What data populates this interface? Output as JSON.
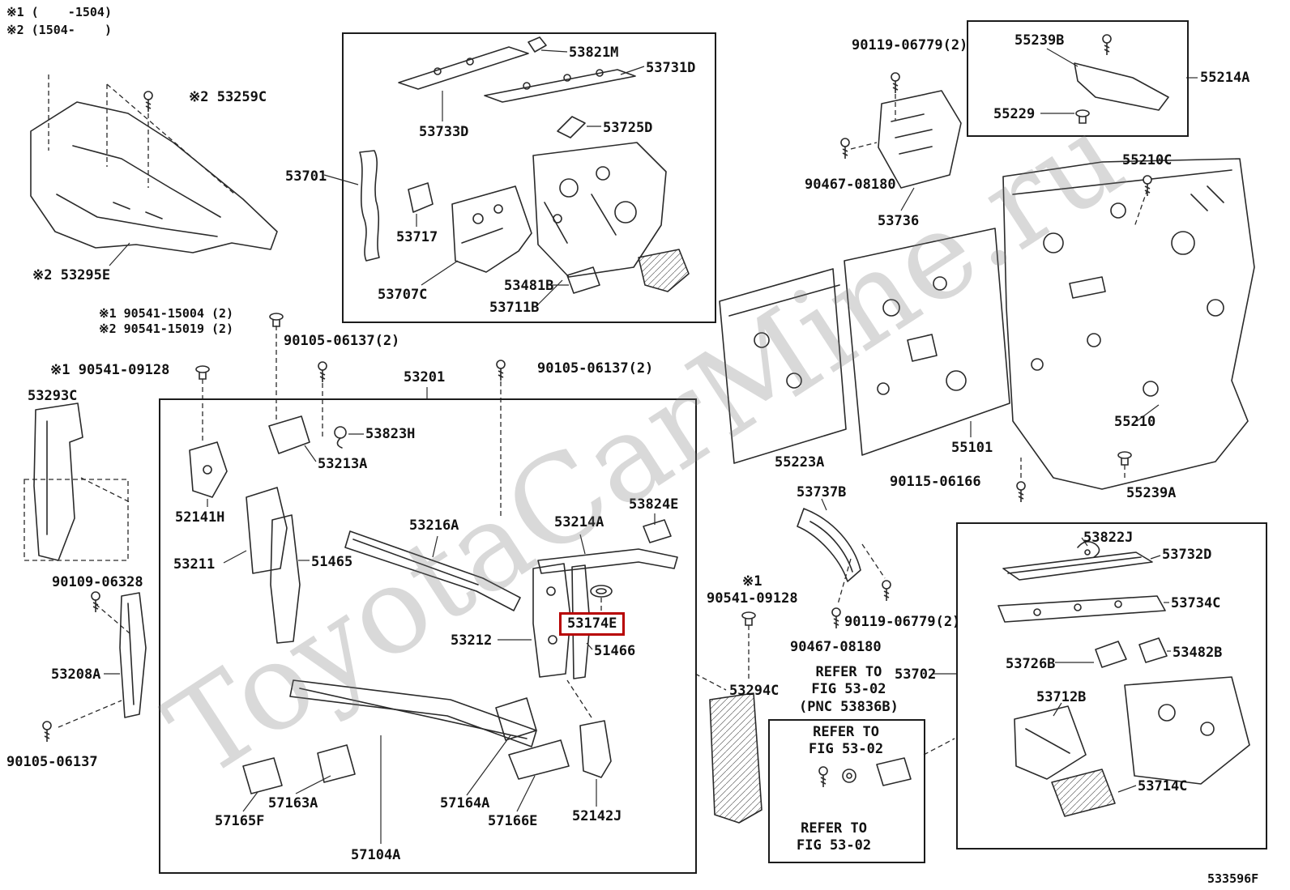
{
  "watermark": "ToyotaCarMine.ru",
  "highlight": {
    "part": "53174E",
    "color": "#b70000"
  },
  "labels": [
    "※1 (    -1504)",
    "※2 (1504-    )",
    "※2 53259C",
    "※2 53295E",
    "53701",
    "53821M",
    "53731D",
    "53733D",
    "53725D",
    "53717",
    "53707C",
    "53481B",
    "53711B",
    "※1 90541-15004 (2)",
    "※2 90541-15019 (2)",
    "90105-06137(2)",
    "※1 90541-09128",
    "53201",
    "90105-06137(2)",
    "53293C",
    "53823H",
    "53213A",
    "52141H",
    "53211",
    "51465",
    "53216A",
    "53214A",
    "53824E",
    "53212",
    "53174E",
    "51466",
    "90109-06328",
    "53208A",
    "90105-06137",
    "57163A",
    "57165F",
    "57164A",
    "57166E",
    "52142J",
    "57104A",
    "90119-06779(2)",
    "55239B",
    "55214A",
    "55229",
    "55210C",
    "90467-08180",
    "53736",
    "55223A",
    "55101",
    "90115-06166",
    "55210",
    "55239A",
    "53737B",
    "※1\n90541-09128",
    "90119-06779(2)",
    "90467-08180",
    "53294C",
    "REFER TO\nFIG 53-02\n(PNC 53836B)",
    "53702",
    "53822J",
    "53732D",
    "53734C",
    "53726B",
    "53482B",
    "53712B",
    "53714C",
    "REFER TO\nFIG 53-02",
    "REFER TO\nFIG 53-02",
    "533596F"
  ]
}
